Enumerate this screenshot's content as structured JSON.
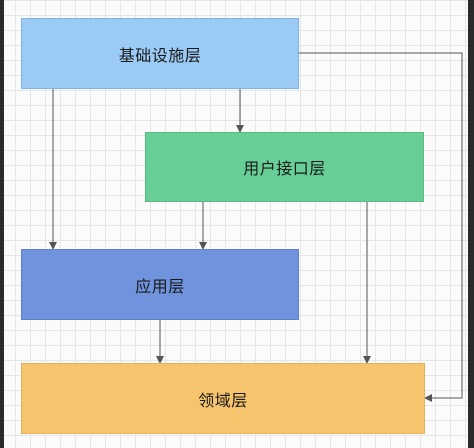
{
  "diagram": {
    "nodes": [
      {
        "id": "infra",
        "label": "基础设施层",
        "color": "#9bcbf4"
      },
      {
        "id": "ui",
        "label": "用户接口层",
        "color": "#67cf95"
      },
      {
        "id": "app",
        "label": "应用层",
        "color": "#6f93dd"
      },
      {
        "id": "domain",
        "label": "领域层",
        "color": "#f5c46c"
      }
    ],
    "edges": [
      {
        "from": "infra",
        "to": "app"
      },
      {
        "from": "infra",
        "to": "ui"
      },
      {
        "from": "infra",
        "to": "domain"
      },
      {
        "from": "ui",
        "to": "app"
      },
      {
        "from": "ui",
        "to": "domain"
      },
      {
        "from": "app",
        "to": "domain"
      }
    ],
    "edge_color": "#555555"
  }
}
